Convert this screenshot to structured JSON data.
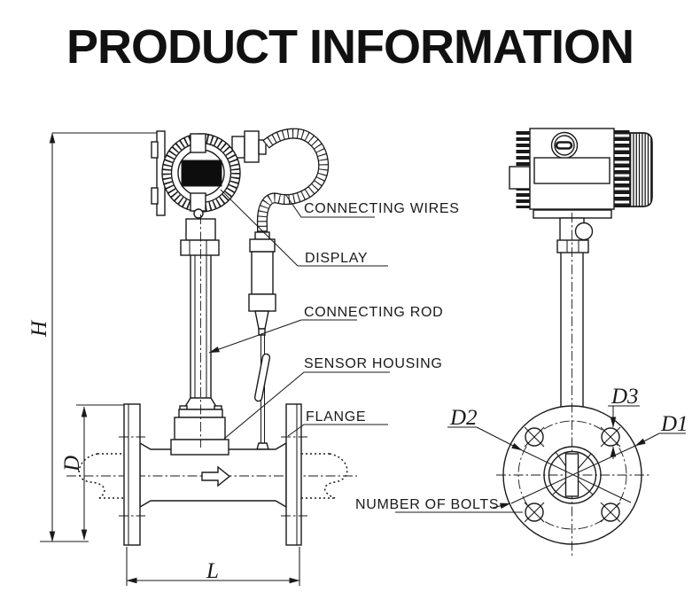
{
  "title": "PRODUCT INFORMATION",
  "front_view": {
    "part_labels": {
      "connecting_wires": "CONNECTING WIRES",
      "display": "DISPLAY",
      "connecting_rod": "CONNECTING ROD",
      "sensor_housing": "SENSOR HOUSING",
      "flange": "FLANGE"
    },
    "dimension_labels": {
      "overall_height": "H",
      "flange_diameter": "D",
      "face_to_face_length": "L"
    }
  },
  "end_view": {
    "part_labels": {
      "number_of_bolts": "NUMBER OF BOLTS"
    },
    "dimension_labels": {
      "outer_diameter": "D1",
      "bolt_circle_diameter": "D2",
      "bolt_hole_diameter": "D3"
    }
  },
  "colors": {
    "line": "#1a1a1a",
    "background": "#ffffff",
    "display_screen": "#0d0d0d"
  }
}
